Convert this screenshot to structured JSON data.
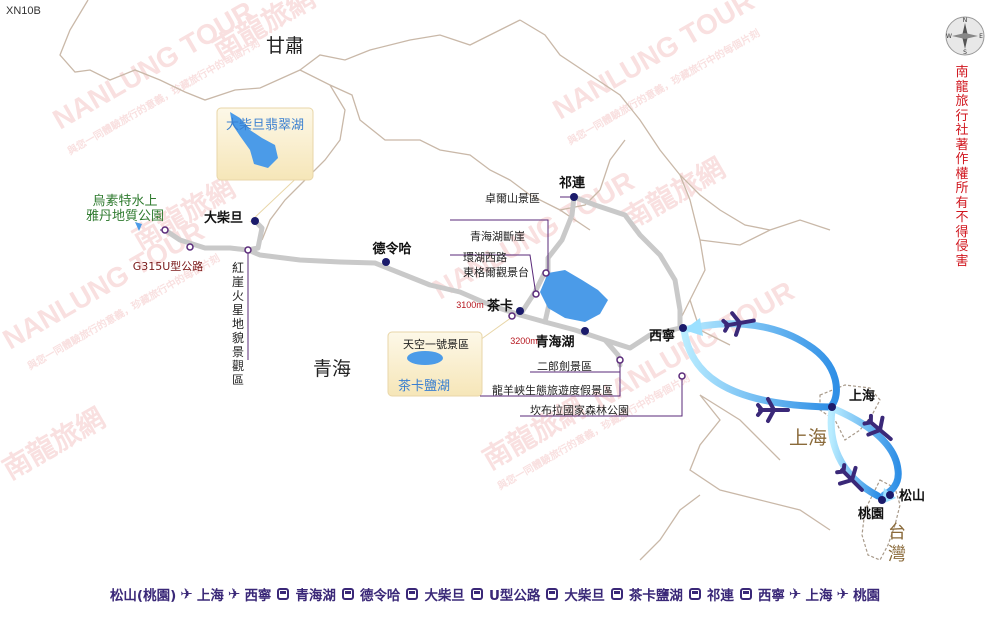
{
  "map_code": "XN10B",
  "copyright": "南龍旅行社 著作權所有 不得侵害",
  "watermark": {
    "brand": "NANLUNG TOUR",
    "brand_cn": "南龍旅網",
    "slogan": "與您一同體驗旅行的意義，珍藏旅行中的每個片刻"
  },
  "compass": {
    "n": "N",
    "s": "S",
    "e": "E",
    "w": "W"
  },
  "regions": {
    "gansu": "甘肅",
    "qinghai": "青海",
    "shanghai": "上海",
    "taiwan_1": "台",
    "taiwan_2": "灣"
  },
  "cities": {
    "dachaidan": "大柴旦",
    "delingha": "德令哈",
    "chaka": "茶卡",
    "qinghai_lake": "青海湖",
    "qilian": "祁連",
    "xining": "西寧",
    "shanghai": "上海",
    "songshan": "松山",
    "taoyuan": "桃園"
  },
  "elevations": {
    "chaka": "3100m",
    "qinghai_lake": "3200m"
  },
  "attractions": {
    "wusute": "烏素特水上\n雅丹地質公園",
    "g315": "G315U型公路",
    "hongya": "紅崖火星地貌景觀區",
    "zhuoer": "卓爾山景區",
    "qinghai_cliff": "青海湖斷崖",
    "huanhu_west": "環湖西路",
    "donggeer": "東格爾觀景台",
    "erlangjian": "二郎劍景區",
    "longyangxia": "龍羊峽生態旅遊度假景區",
    "kanbula": "坎布拉國家森林公園"
  },
  "insets": {
    "dachaidan_lake": "大柴旦翡翠湖",
    "tiankong": "天空一號景區",
    "chaka_salt_lake": "茶卡鹽湖"
  },
  "itinerary": [
    {
      "place": "松山(桃園)",
      "next": "plane"
    },
    {
      "place": "上海",
      "next": "plane"
    },
    {
      "place": "西寧",
      "next": "bus"
    },
    {
      "place": "青海湖",
      "next": "bus"
    },
    {
      "place": "德令哈",
      "next": "bus"
    },
    {
      "place": "大柴旦",
      "next": "bus"
    },
    {
      "place": "U型公路",
      "next": "bus"
    },
    {
      "place": "大柴旦",
      "next": "bus"
    },
    {
      "place": "茶卡鹽湖",
      "next": "bus"
    },
    {
      "place": "祁連",
      "next": "bus"
    },
    {
      "place": "西寧",
      "next": "plane"
    },
    {
      "place": "上海",
      "next": "plane"
    },
    {
      "place": "桃園",
      "next": null
    }
  ]
}
